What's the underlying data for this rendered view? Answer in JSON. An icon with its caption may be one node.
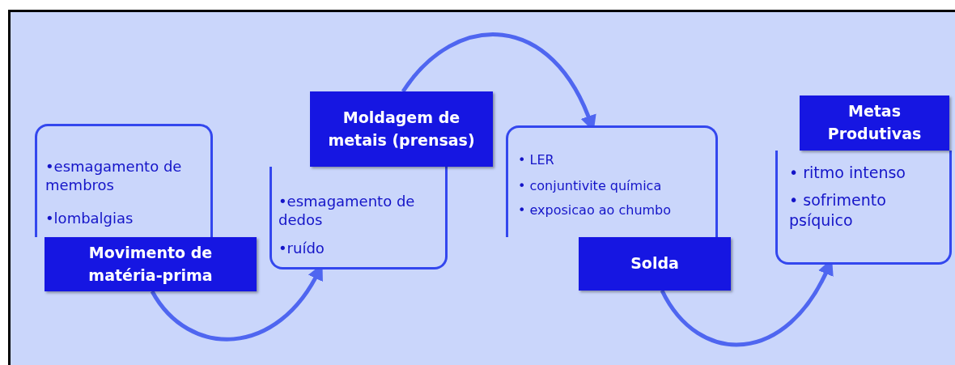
{
  "diagram": {
    "nodes": [
      {
        "text": [
          "•esmagamento de membros",
          "•lombalgias"
        ]
      },
      {
        "text": [
          "Movimento de matéria-prima"
        ]
      },
      {
        "text": [
          "•esmagamento de dedos",
          "•ruído"
        ]
      },
      {
        "text": [
          "Moldagem de metais  (prensas)"
        ]
      },
      {
        "text": [
          "• LER",
          "• conjuntivite química",
          "• exposicao ao chumbo"
        ]
      },
      {
        "text": [
          "Solda"
        ]
      },
      {
        "text": [
          "• ritmo intenso",
          "• sofrimento psíquico"
        ]
      },
      {
        "text": [
          "Metas Produtivas"
        ]
      }
    ],
    "edges": [
      {
        "from": 1,
        "to": 2,
        "arrow": "to"
      },
      {
        "from": 3,
        "to": 4,
        "arrow": "to"
      },
      {
        "from": 5,
        "to": 6,
        "arrow": "to"
      }
    ]
  }
}
